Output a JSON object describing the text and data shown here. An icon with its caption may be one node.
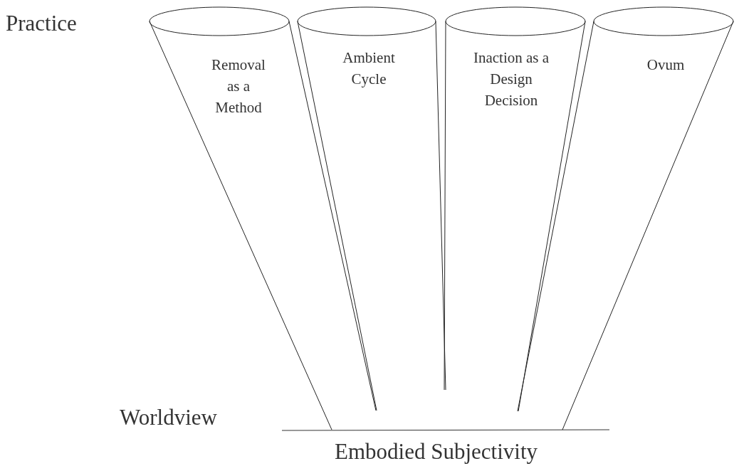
{
  "diagram": {
    "nodes": [
      {
        "text": [
          "Removal as a Method"
        ]
      },
      {
        "text": [
          "Ambient Cycle"
        ]
      },
      {
        "text": [
          "Inaction as a Design Decision"
        ]
      },
      {
        "text": [
          "Ovum"
        ]
      }
    ],
    "labels": [
      "Practice",
      "Worldview",
      "Embodied Subjectivity"
    ]
  }
}
